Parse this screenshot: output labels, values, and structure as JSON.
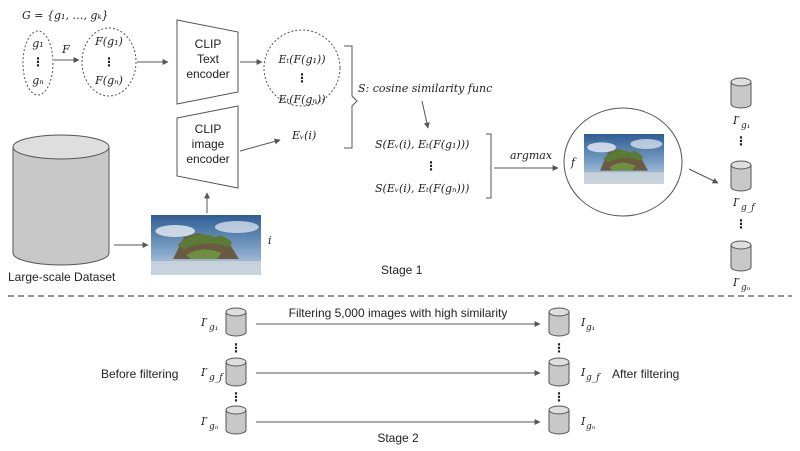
{
  "stage1": {
    "set_definition": "G = {g₁, …, gₖ}",
    "generic_set": [
      "g₁",
      "⋮",
      "gₙ"
    ],
    "f_symbol": "F",
    "prompt_set": [
      "F(g₁)",
      "⋮",
      "F(gₙ)"
    ],
    "text_encoder_label": [
      "CLIP",
      "Text",
      "encoder"
    ],
    "text_embed_set": [
      "Eₜ(F(g₁))",
      "⋮",
      "Eₜ(F(gₙ))"
    ],
    "image_encoder_label": [
      "CLIP",
      "image",
      "encoder"
    ],
    "image_embed": "Eᵥ(i)",
    "cosine_label": "S: cosine similarity func",
    "similarity_list": [
      "S(Eᵥ(i), Eₜ(F(g₁)))",
      "⋮",
      "S(Eᵥ(i), Eₜ(F(gₙ)))"
    ],
    "argmax_label": "argmax",
    "selected_symbol": "f",
    "image_symbol": "i",
    "dataset_label": "Large-scale Dataset",
    "title": "Stage 1",
    "subsets": [
      {
        "base": "I′",
        "sub": "g₁"
      },
      {
        "base": "I′",
        "sub": "g_f"
      },
      {
        "base": "I′",
        "sub": "gₙ"
      }
    ]
  },
  "stage2": {
    "title": "Stage 2",
    "filter_text": "Filtering 5,000 images with high similarity",
    "before_label": "Before filtering",
    "after_label": "After filtering",
    "before": [
      {
        "base": "I′",
        "sub": "g₁"
      },
      {
        "base": "I′",
        "sub": "g_f"
      },
      {
        "base": "I′",
        "sub": "gₙ"
      }
    ],
    "after": [
      {
        "base": "I",
        "sub": "g₁"
      },
      {
        "base": "I",
        "sub": "g_f"
      },
      {
        "base": "I",
        "sub": "gₙ"
      }
    ]
  },
  "colors": {
    "cylinder_fill": "#c8c8c8",
    "cylinder_top": "#dedede",
    "stroke": "#555555",
    "sky": "#3f6fa6",
    "foliage": "#5b7a34"
  }
}
